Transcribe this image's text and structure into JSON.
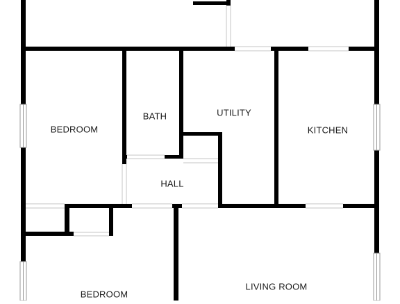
{
  "colors": {
    "wall": "#000000",
    "background": "#ffffff",
    "label": "#1a1a1a",
    "window": "#9a9a9a",
    "opening_line": "#c4c4c4"
  },
  "rooms": {
    "bedroom_upper": "BEDROOM",
    "bath": "BATH",
    "utility": "UTILITY",
    "kitchen": "KITCHEN",
    "hall": "HALL",
    "bedroom_lower": "BEDROOM",
    "living_room": "LIVING ROOM"
  }
}
